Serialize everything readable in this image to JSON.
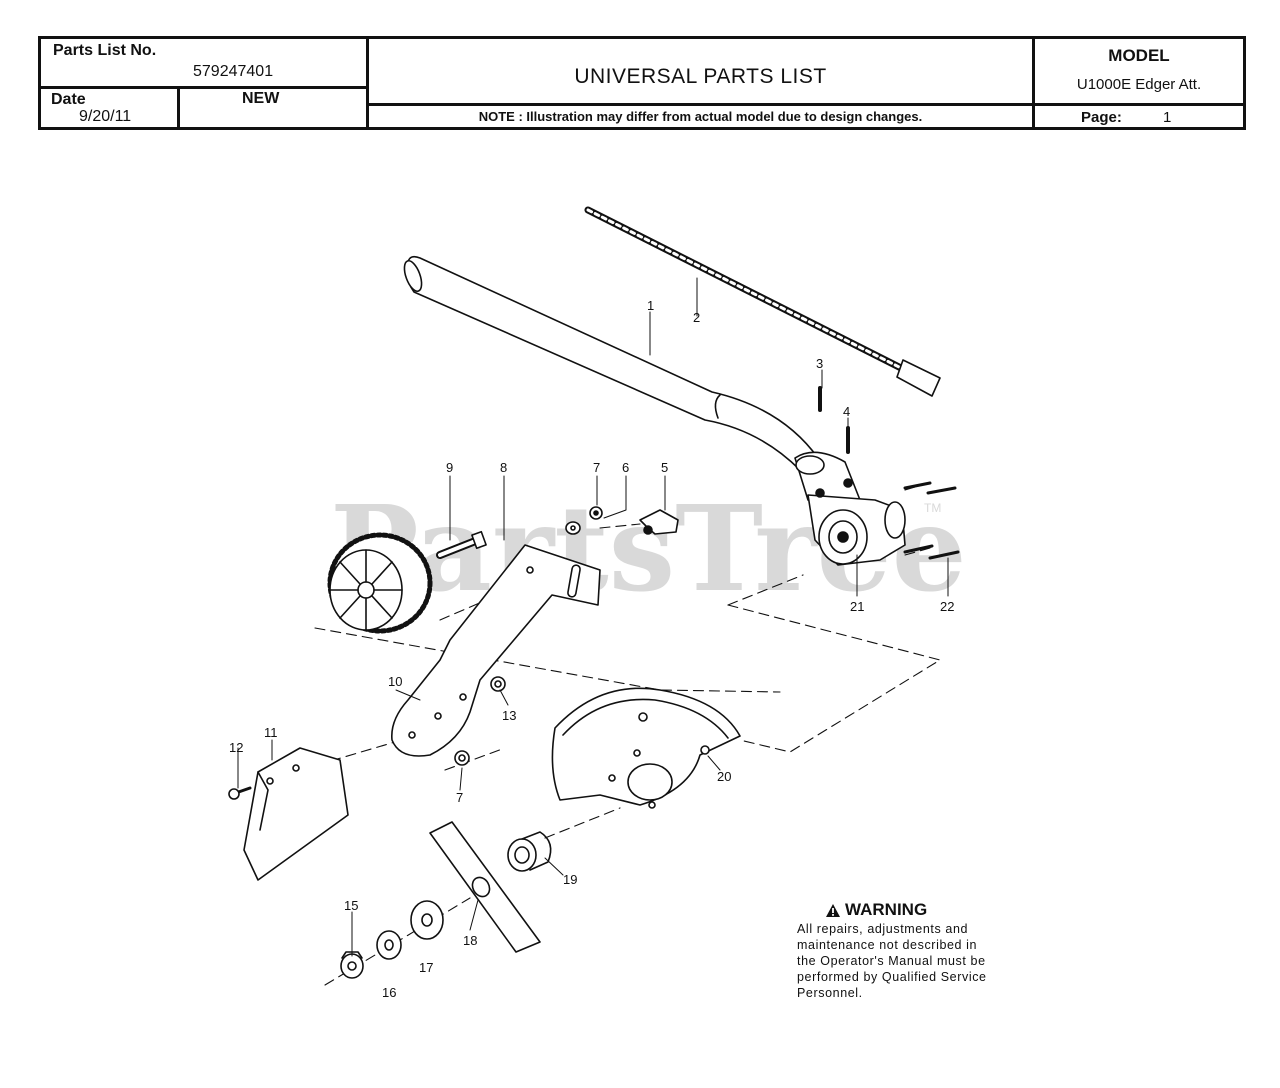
{
  "header": {
    "parts_list_label": "Parts List No.",
    "parts_list_number": "579247401",
    "date_label": "Date",
    "date_value": "9/20/11",
    "status": "NEW",
    "title": "UNIVERSAL PARTS LIST",
    "note": "NOTE : Illustration may differ from actual model due to design changes.",
    "model_label": "MODEL",
    "model_value": "U1000E Edger Att.",
    "page_label": "Page:",
    "page_value": "1"
  },
  "watermark": {
    "text": "PartsTree",
    "tm": "TM"
  },
  "callouts": {
    "c1": "1",
    "c2": "2",
    "c3": "3",
    "c4": "4",
    "c5": "5",
    "c6": "6",
    "c7": "7",
    "c8": "8",
    "c9": "9",
    "c10": "10",
    "c11": "11",
    "c12": "12",
    "c13": "13",
    "c15": "15",
    "c16": "16",
    "c17": "17",
    "c18": "18",
    "c19": "19",
    "c20": "20",
    "c21": "21",
    "c22": "22",
    "c7b": "7"
  },
  "warning": {
    "title": "WARNING",
    "lines": [
      "All repairs, adjustments and",
      "maintenance not described in",
      "the Operator's Manual must be",
      "performed by Qualified Service",
      "Personnel."
    ]
  }
}
